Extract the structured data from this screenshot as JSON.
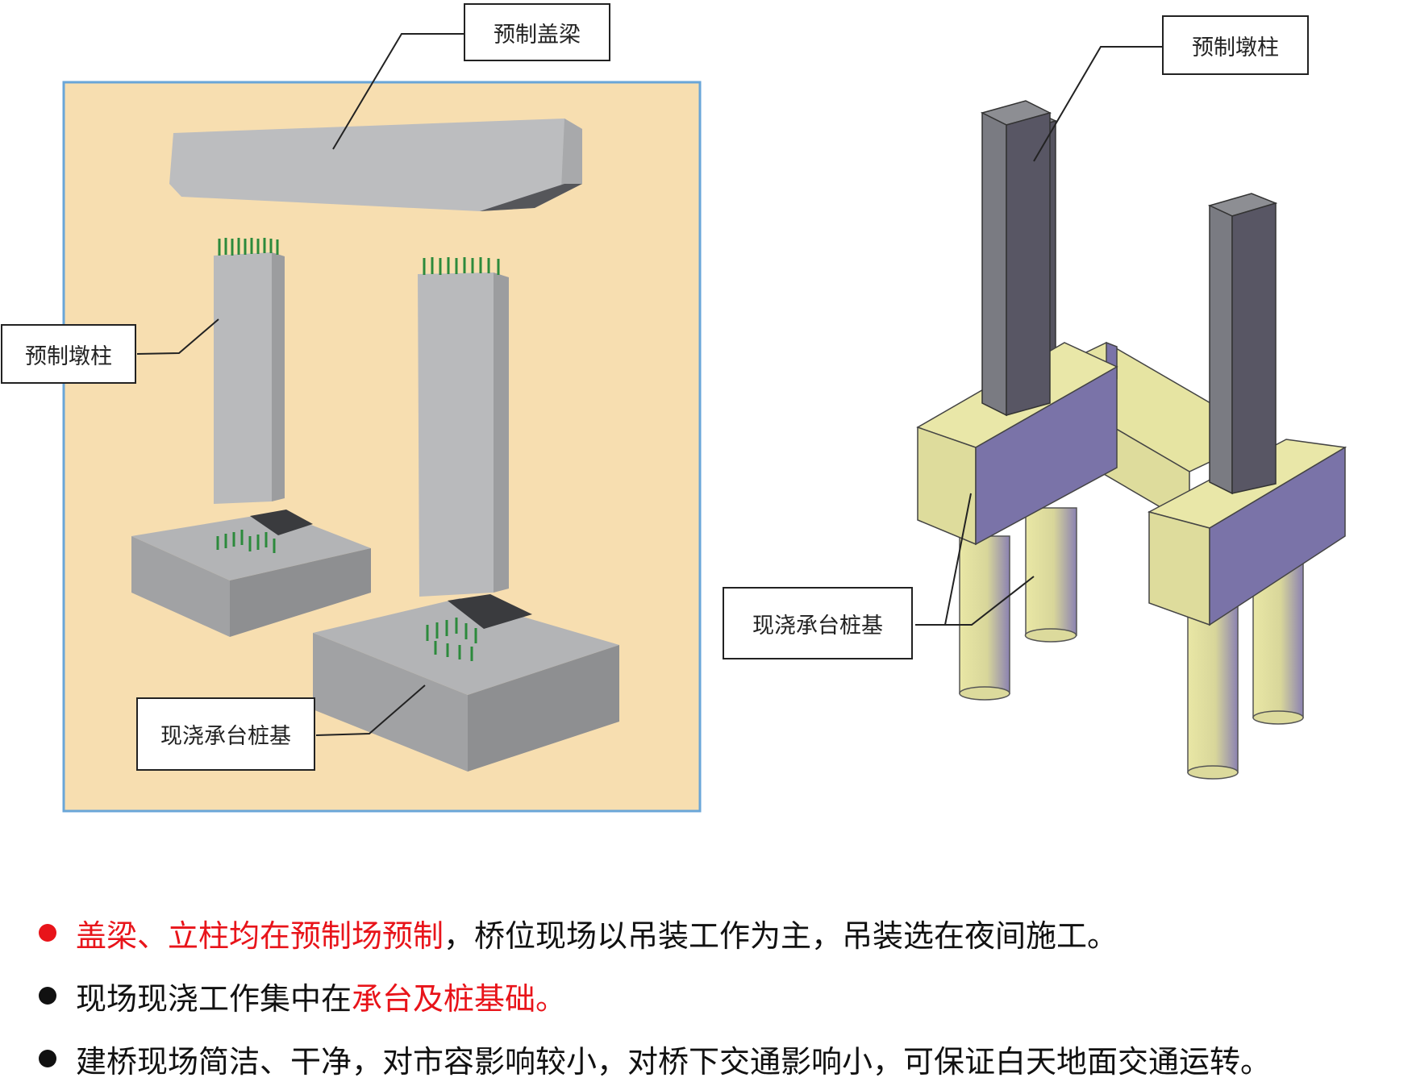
{
  "left_diagram": {
    "callouts": {
      "cap_beam": "预制盖梁",
      "pier_column": "预制墩柱",
      "pile_cap": "现浇承台桩基"
    }
  },
  "right_diagram": {
    "callouts": {
      "pier_column": "预制墩柱",
      "pile_cap": "现浇承台桩基"
    }
  },
  "bullets": [
    {
      "color": "#e8141a",
      "highlight": "盖梁、立柱均在预制场预制",
      "text": "，桥位现场以吊装工作为主，吊装选在夜间施工。"
    },
    {
      "color": "#111111",
      "text": "现场现浇工作集中在",
      "highlight": "承台及桩基础。"
    },
    {
      "color": "#111111",
      "text": "建桥现场简洁、干净，对市容影响较小，对桥下交通影响小，可保证白天地面交通运转。"
    }
  ],
  "colors": {
    "left_panel_bg": "#f7deb0",
    "left_panel_border": "#6aa6d8",
    "concrete": "#b7b9bb",
    "rebar": "#2c8a3c",
    "column_dark": "#5b5c66",
    "cap_yellow": "#e6e4a2",
    "cap_shadow": "#7a73a8",
    "highlight_red": "#e8141a"
  }
}
